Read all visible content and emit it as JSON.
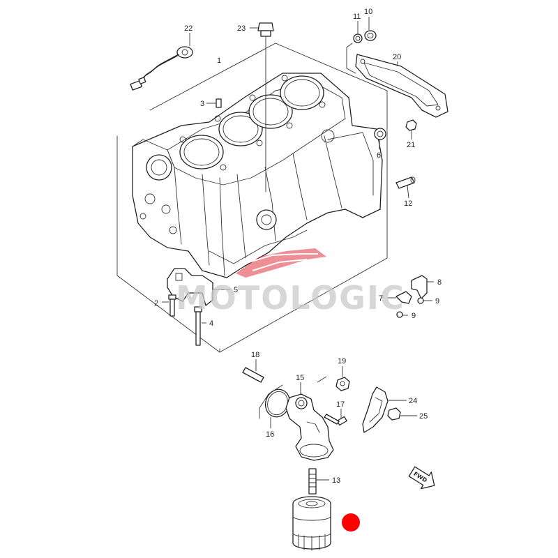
{
  "watermark": {
    "text": "MOTOLOGIC",
    "accent_color": "#e0313e",
    "text_color": "#c9c9c9"
  },
  "fwd_label": "FWD",
  "marker": {
    "color": "#ff0000"
  },
  "callouts": {
    "c1": "1",
    "c2": "2",
    "c3": "3",
    "c4": "4",
    "c5": "5",
    "c6": "6",
    "c7": "7",
    "c8": "8",
    "c9a": "9",
    "c9b": "9",
    "c10": "10",
    "c11": "11",
    "c12": "12",
    "c13": "13",
    "c15": "15",
    "c16": "16",
    "c17": "17",
    "c18": "18",
    "c19": "19",
    "c20": "20",
    "c21": "21",
    "c22": "22",
    "c23": "23",
    "c24": "24",
    "c25": "25"
  }
}
